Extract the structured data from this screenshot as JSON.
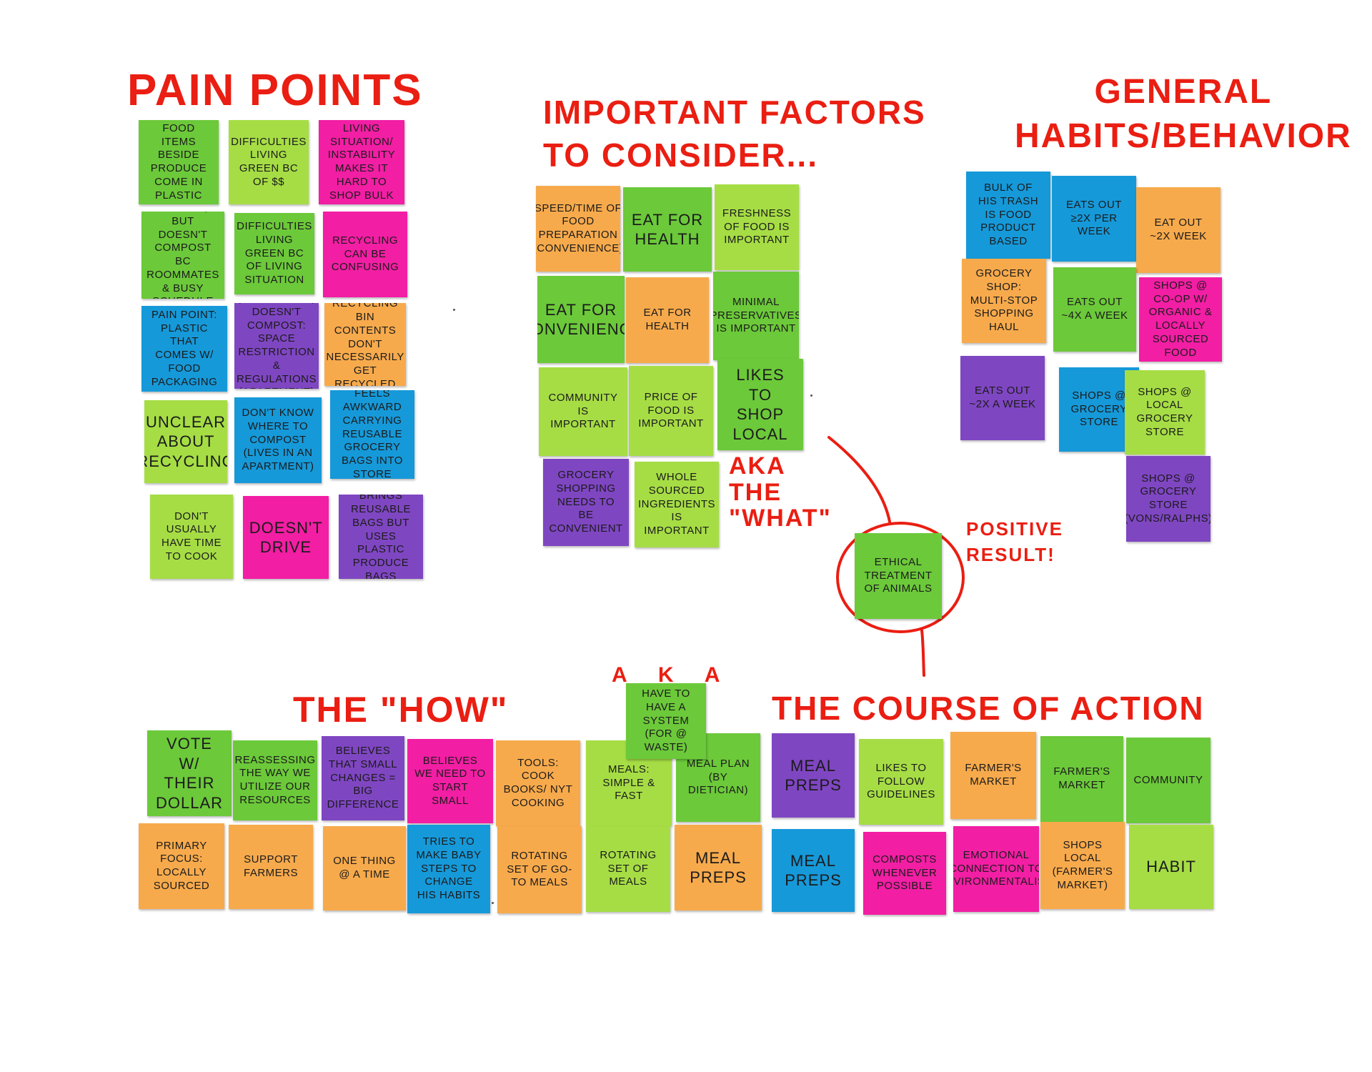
{
  "headings": {
    "pain_points": "PAIN POINTS",
    "important_factors": "IMPORTANT FACTORS\nTO CONSIDER...",
    "general_habits": "GENERAL\nHABITS/BEHAVIOR",
    "aka_the_what": "AKA\nTHE\n\"WHAT\"",
    "positive_result": "POSITIVE\nRESULT!",
    "the_how": "THE \"HOW\"",
    "aka": "A K A",
    "course_of_action": "THE COURSE OF ACTION"
  },
  "colors": {
    "ink_red": "#ea1e12",
    "green": "#6cc93a",
    "light_green": "#a6dd45",
    "pink": "#f21ea4",
    "purple": "#7f46c2",
    "blue": "#1699d9",
    "orange": "#f7aa4c"
  },
  "pain_points_notes": [
    "A LOT OF FOOD ITEMS BESIDE PRODUCE COME IN PLASTIC PACKAGING",
    "DIFFICULTIES LIVING GREEN BC OF $$",
    "LIVING SITUATION/ INSTABILITY MAKES IT HARD TO SHOP BULK",
    "TRIED IT, BUT DOESN'T COMPOST BC ROOMMATES & BUSY SCHEDULE",
    "DIFFICULTIES LIVING GREEN BC OF LIVING SITUATION",
    "RECYCLING CAN BE CONFUSING",
    "PAIN POINT: PLASTIC THAT COMES W/ FOOD PACKAGING",
    "(WOULD, BUT) DOESN'T COMPOST: SPACE RESTRICTION & REGULATIONS (APARTMENT)",
    "RECYCLING BIN CONTENTS DON'T NECESSARILY GET RECYCLED",
    "UNCLEAR ABOUT RECYCLING",
    "DON'T KNOW WHERE TO COMPOST (LIVES IN AN APARTMENT)",
    "FEELS AWKWARD CARRYING REUSABLE GROCERY BAGS INTO STORE",
    "DON'T USUALLY HAVE TIME TO COOK",
    "DOESN'T DRIVE",
    "BRINGS REUSABLE BAGS BUT USES PLASTIC PRODUCE BAGS"
  ],
  "important_factors_notes": [
    "SPEED/TIME OF FOOD PREPARATION (CONVENIENCE)",
    "EAT FOR HEALTH",
    "FRESHNESS OF FOOD IS IMPORTANT",
    "EAT FOR CONVENIENCE",
    "EAT FOR HEALTH",
    "MINIMAL PRESERVATIVES IS IMPORTANT",
    "COMMUNITY IS IMPORTANT",
    "PRICE OF FOOD IS IMPORTANT",
    "LIKES TO SHOP LOCAL",
    "GROCERY SHOPPING NEEDS TO BE CONVENIENT",
    "WHOLE SOURCED INGREDIENTS IS IMPORTANT"
  ],
  "positive_note": "ETHICAL TREATMENT OF ANIMALS",
  "habits_notes": [
    "BULK OF HIS TRASH IS FOOD PRODUCT BASED",
    "EATS OUT ≥2X PER WEEK",
    "EAT OUT ~2X WEEK",
    "GROCERY SHOP: MULTI-STOP SHOPPING HAUL",
    "EATS OUT ~4X A WEEK",
    "SHOPS @ CO-OP W/ ORGANIC & LOCALLY SOURCED FOOD",
    "EATS OUT ~2X A WEEK",
    "SHOPS @ GROCERY STORE",
    "SHOPS @ LOCAL GROCERY STORE",
    "SHOPS @ GROCERY STORE (VONS/RALPHS)"
  ],
  "system_note": "HAVE TO HAVE A SYSTEM (FOR @ WASTE)",
  "how_top_notes": [
    "VOTE W/ THEIR DOLLAR",
    "REASSESSING THE WAY WE UTILIZE OUR RESOURCES",
    "BELIEVES THAT SMALL CHANGES = BIG DIFFERENCE",
    "BELIEVES WE NEED TO START SMALL",
    "TOOLS: COOK BOOKS/ NYT COOKING",
    "MEALS: SIMPLE & FAST",
    "MEAL PLAN (BY DIETICIAN)",
    "MEAL PREPS",
    "LIKES TO FOLLOW GUIDELINES",
    "FARMER'S MARKET",
    "FARMER'S MARKET",
    "COMMUNITY"
  ],
  "how_bottom_notes": [
    "PRIMARY FOCUS: LOCALLY SOURCED",
    "SUPPORT FARMERS",
    "ONE THING @ A TIME",
    "TRIES TO MAKE BABY STEPS TO CHANGE HIS HABITS",
    "ROTATING SET OF GO-TO MEALS",
    "ROTATING SET OF MEALS",
    "MEAL PREPS",
    "MEAL PREPS",
    "COMPOSTS WHENEVER POSSIBLE",
    "EMOTIONAL CONNECTION TO ENVIRONMENTALISM",
    "SHOPS LOCAL (FARMER'S MARKET)",
    "HABIT"
  ]
}
